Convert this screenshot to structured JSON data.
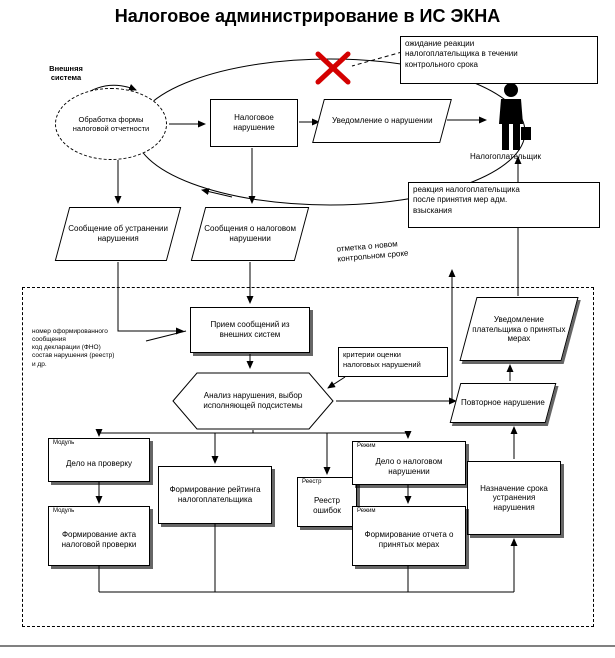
{
  "title": "Налоговое администрирование в ИС ЭКНА",
  "labels": {
    "external_system": "Внешняя\nсистема",
    "taxpayer": "Налогоплательщик"
  },
  "annotations": {
    "waiting_reaction": "ожидание реакции\nналогоплательщика в течении\nконтрольного срока",
    "taxpayer_reaction": "реакция налогоплательщика\nпосле принятия мер адм.\nвзыскания",
    "new_control_mark": "отметка о новом\nконтрольном сроке",
    "message_details": "номер оформированного\nсообщения\nкод декларации (ФНО)\nсостав нарушения (реестр)\nи др.",
    "criteria": "критерии оценки\nналоговых нарушений"
  },
  "nodes": {
    "processing": "Обработка формы налоговой отчетности",
    "tax_violation": "Налоговое нарушение",
    "violation_notice": "Уведомление о нарушении",
    "elimination_message": "Сообщение об устранении нарушения",
    "violation_messages": "Сообщения о налоговом нарушении",
    "receive_messages": "Прием сообщений из внешних систем",
    "analysis": "Анализ нарушения, выбор исполняющей подсистемы",
    "repeat_violation": "Повторное нарушение",
    "notify_measures": "Уведомление плательщика о принятых мерах",
    "case_for_check": "Дело на проверку",
    "taxpayer_rating": "Формирование рейтинга налогоплательщика",
    "error_registry": "Реестр ошибок",
    "violation_case": "Дело о налоговом нарушении",
    "set_deadline": "Назначение срока устранения нарушения",
    "audit_act": "Формирование акта налоговой проверки",
    "measures_report": "Формирование отчета о принятых мерах"
  },
  "tags": {
    "module": "Модуль",
    "mode": "Режим",
    "registry": "Реестр"
  },
  "colors": {
    "cross": "#d40000",
    "line": "#000000"
  }
}
